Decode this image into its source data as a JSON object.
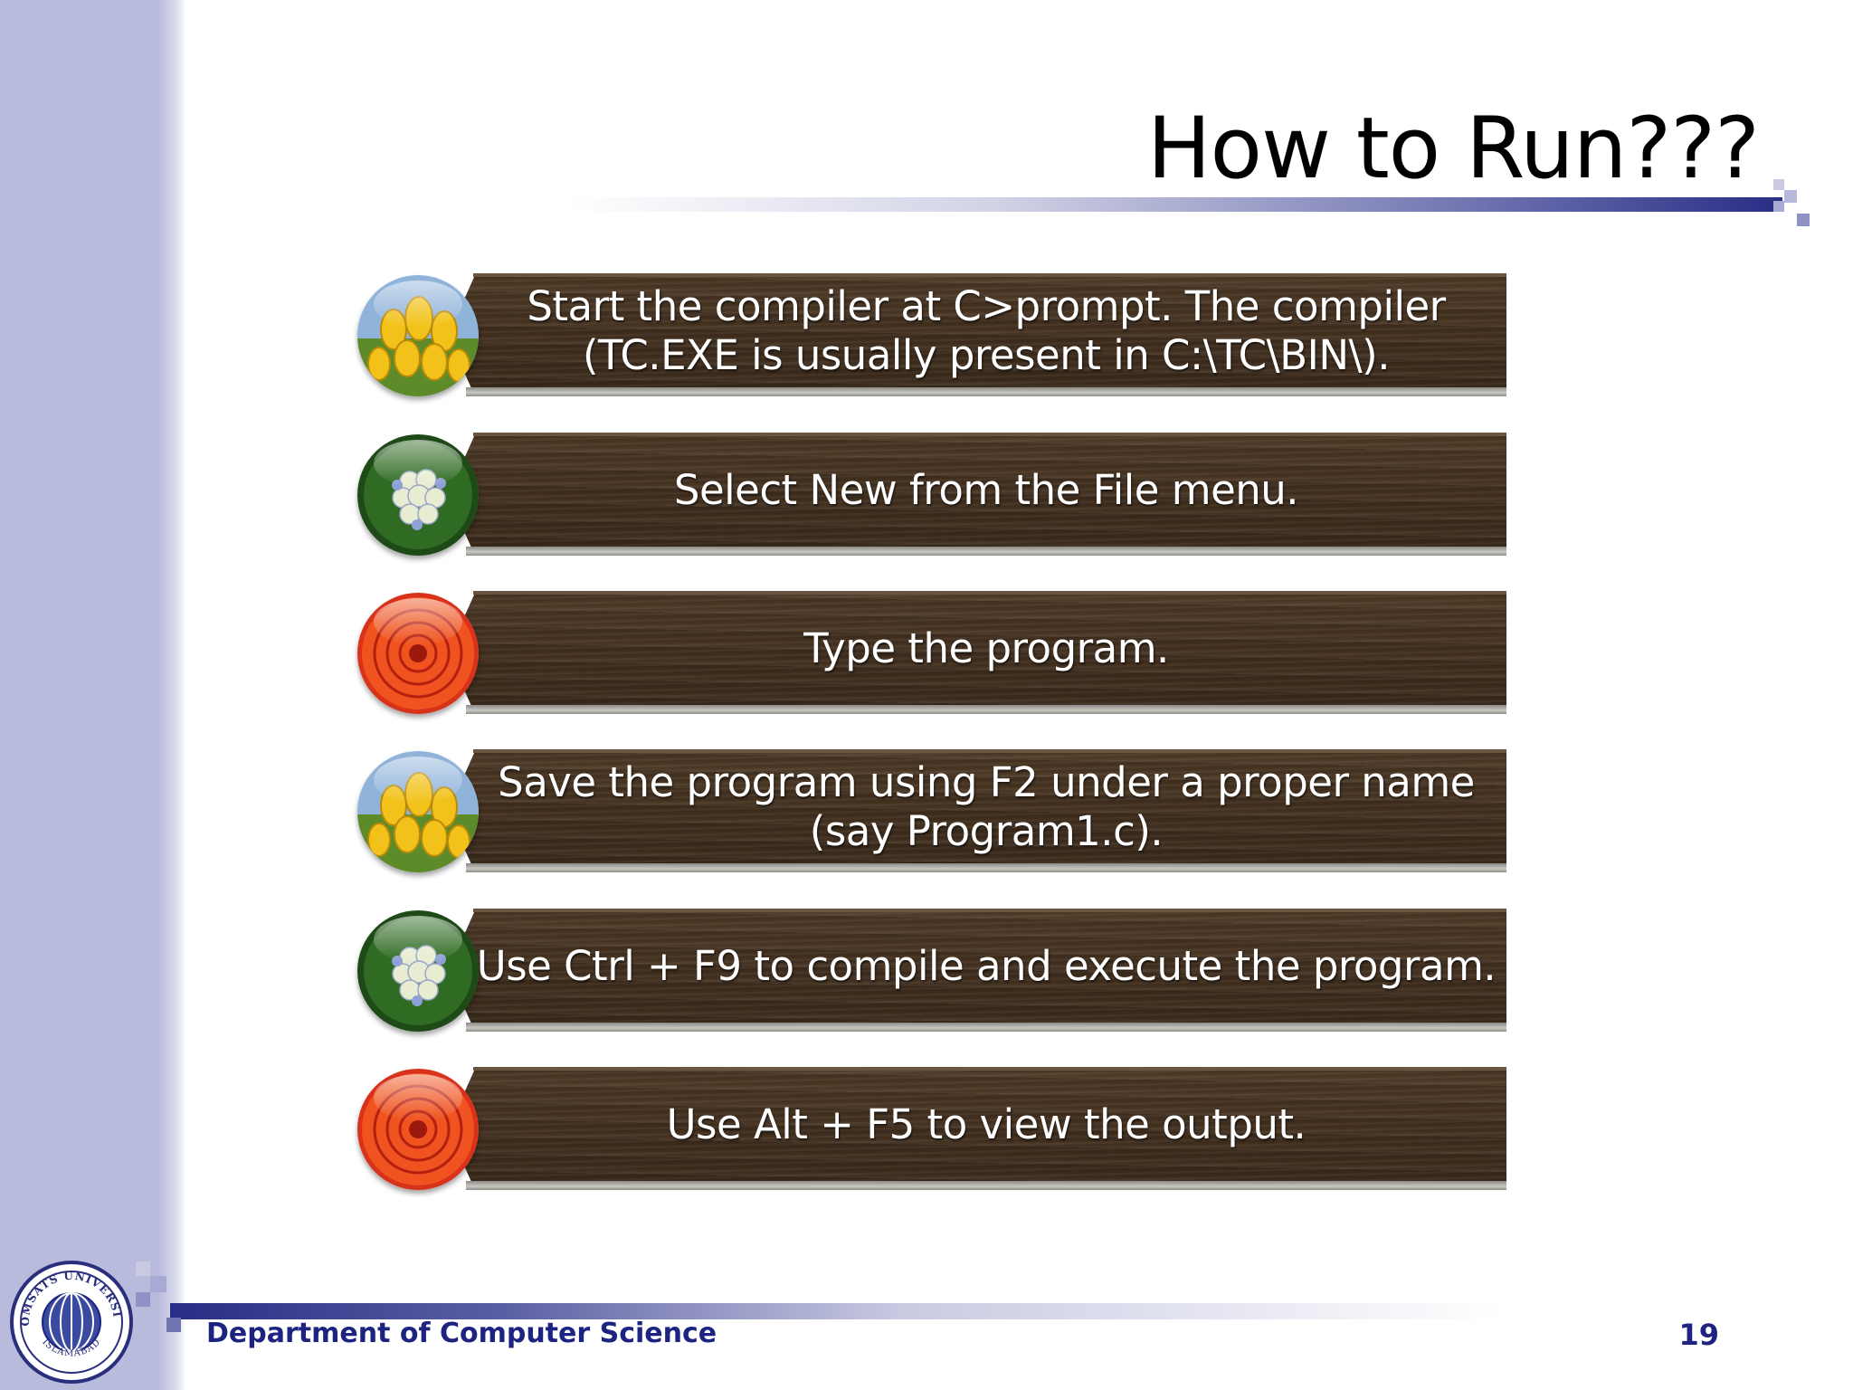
{
  "slide": {
    "title": "How to Run???",
    "steps": [
      {
        "text": "Start the compiler at C>prompt. The compiler (TC.EXE is usually present in C:\\TC\\BIN\\).",
        "icon": "yellow-tulips-icon"
      },
      {
        "text": "Select New from the File menu.",
        "icon": "hydrangea-icon"
      },
      {
        "text": "Type the program.",
        "icon": "orange-gerbera-icon"
      },
      {
        "text": "Save the program using F2 under a proper name (say Program1.c).",
        "icon": "yellow-tulips-icon"
      },
      {
        "text": "Use Ctrl + F9 to compile and execute the program.",
        "icon": "hydrangea-icon"
      },
      {
        "text": "Use Alt + F5 to view the output.",
        "icon": "orange-gerbera-icon"
      }
    ]
  },
  "footer": {
    "department": "Department of Computer Science",
    "page_number": "19",
    "logo": {
      "top_text": "COMSATS UNIVERSITY",
      "bottom_text": "ISLAMABAD"
    }
  },
  "colors": {
    "sidebar": "#b9bbdc",
    "accent": "#282d85",
    "footer_text": "#1c2380",
    "plank": "#43301f"
  }
}
